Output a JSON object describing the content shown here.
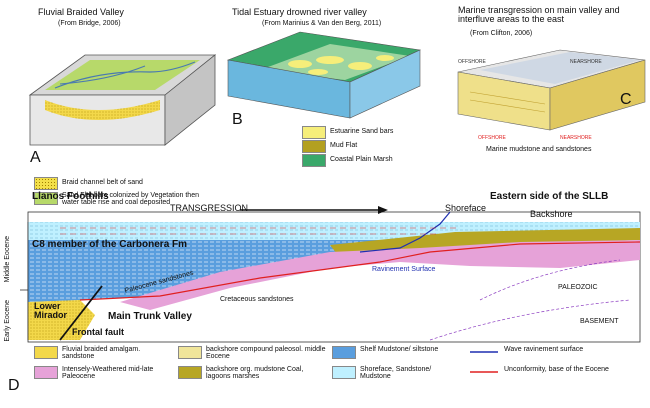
{
  "panels": {
    "a": {
      "title": "Fluvial Braided Valley",
      "source": "(From Bridge, 2006)",
      "letter": "A",
      "legend": [
        {
          "label": "Braid channel belt of sand",
          "color": "#f3e04a"
        },
        {
          "label": "Sand Flat bars colonized by Vegetation then water table rise and coal deposited",
          "color": "#b7d96a"
        }
      ]
    },
    "b": {
      "title": "Tidal Estuary drowned  river valley",
      "source": "(From Marinius & Van den Berg, 2011)",
      "letter": "B",
      "legend": [
        {
          "label": "Estuarine Sand bars",
          "color": "#f6ee7a"
        },
        {
          "label": "Mud Flat",
          "color": "#b3a020"
        },
        {
          "label": "Coastal Plain Marsh",
          "color": "#3aa86a"
        }
      ]
    },
    "c": {
      "title": "Marine transgression on main valley and interfluve areas to the east",
      "source": "(From Clifton, 2006)",
      "letter": "C",
      "labels": {
        "offshore_top": "OFFSHORE",
        "nearshore_top": "NEARSHORE",
        "offshore_bottom": "OFFSHORE",
        "nearshore_bottom": "NEARSHORE",
        "caption": "Marine mudstone and sandstones"
      }
    }
  },
  "section": {
    "letter": "D",
    "left_title": "Llanos Foothills",
    "right_title": "Eastern side of the SLLB",
    "transgression": "TRANSGRESSION",
    "shoreface": "Shoreface",
    "backshore": "Backshore",
    "member": "C8 member of the Carbonera Fm",
    "ravinement": "Ravinement Surface",
    "paleocene_sand": "Paleocene sandstones",
    "cretaceous": "Cretaceous sandstones",
    "paleozoic": "PALEOZOIC",
    "basement": "BASEMENT",
    "lower_mirador": "Lower Mirador",
    "main_trunk": "Main Trunk Valley",
    "frontal_fault": "Frontal fault",
    "epochs": {
      "middle": "Middle Eocene",
      "early": "Early Eocene"
    }
  },
  "legend": [
    {
      "label": "Fluvial braided amalgam. sandstone",
      "color": "#f3d84a"
    },
    {
      "label": "Intensely-Weathered mid-late Paleocene",
      "color": "#e6a2d8"
    },
    {
      "label": "backshore compound paleosol. middle Eocene",
      "color": "#f0e59a"
    },
    {
      "label": "backshore org. mudstone Coal, lagoons marshes",
      "color": "#b7a624"
    },
    {
      "label": "Shelf  Mudstone/ siltstone",
      "color": "#5a9ede"
    },
    {
      "label": "Shoreface, Sandstone/ Mudstone",
      "color": "#bff0ff"
    },
    {
      "label": "Wave ravinement surface",
      "color": "#1f2fb0"
    },
    {
      "label": "Unconformity, base of the Eocene",
      "color": "#e02020"
    }
  ]
}
